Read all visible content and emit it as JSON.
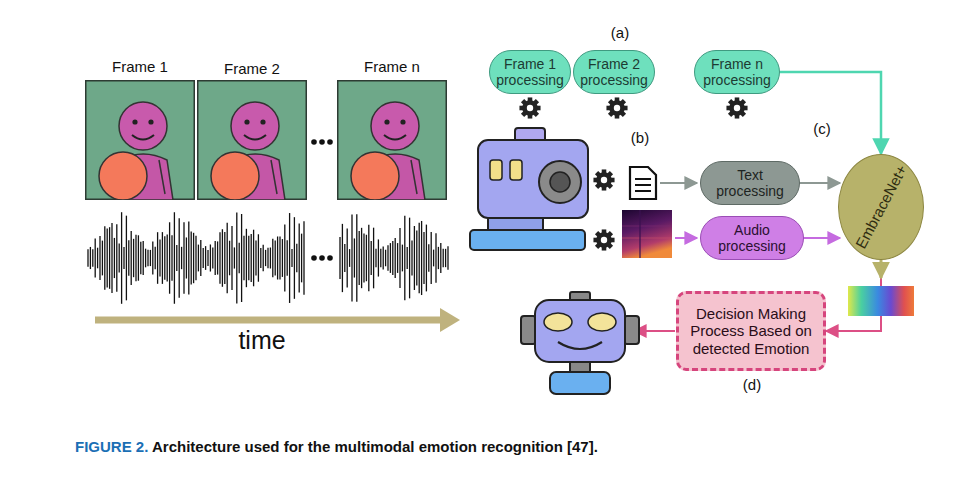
{
  "diagram": {
    "caption": "FIGURE 2. Architecture used for the multimodal emotion recognition [47].",
    "nodes": [
      {
        "text": [
          "Frame 1 processing"
        ]
      },
      {
        "text": [
          "Frame 2 processing"
        ]
      },
      {
        "text": [
          "Frame n processing"
        ]
      },
      {
        "text": [
          "Text processing"
        ]
      },
      {
        "text": [
          "Audio processing"
        ]
      },
      {
        "text": [
          "EmbraceNet+"
        ]
      },
      {
        "text": [
          "Decision Making Process Based on detected Emotion"
        ]
      }
    ],
    "edges": [
      {
        "from": 2,
        "to": 5,
        "arrow": "to"
      },
      {
        "from": 3,
        "to": 5,
        "arrow": "to"
      },
      {
        "from": 4,
        "to": 5,
        "arrow": "to"
      },
      {
        "from": 5,
        "to": 6,
        "arrow": "to"
      }
    ],
    "labels": [
      "Frame 1",
      "Frame 2",
      "Frame n",
      "time",
      "(a)",
      "(b)",
      "(c)",
      "(d)"
    ]
  }
}
